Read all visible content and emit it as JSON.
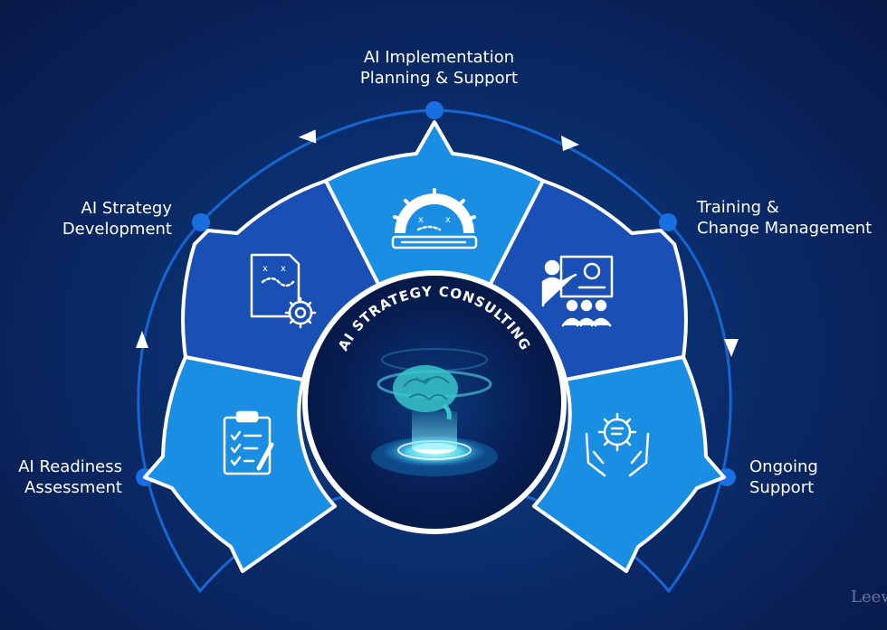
{
  "title": "AI STRATEGY CONSULTING",
  "steps": [
    {
      "line1": "AI Readiness",
      "line2": "Assessment",
      "icon": "checklist-clipboard-icon"
    },
    {
      "line1": "AI Strategy",
      "line2": "Development",
      "icon": "strategy-plan-gear-icon"
    },
    {
      "line1": "AI Implementation",
      "line2": "Planning & Support",
      "icon": "gear-plan-pencil-icon"
    },
    {
      "line1": "Training &",
      "line2": "Change Management",
      "icon": "presentation-audience-icon"
    },
    {
      "line1": "Ongoing",
      "line2": "Support",
      "icon": "hands-gear-support-icon"
    }
  ],
  "center_icon": "ai-brain-hologram-icon",
  "watermark": "Leew",
  "colors": {
    "background": "#0a2a66",
    "segment_light": "#1a8ee3",
    "segment_dark": "#1a4fb5",
    "arc": "#1a67d6",
    "white": "#ffffff"
  }
}
